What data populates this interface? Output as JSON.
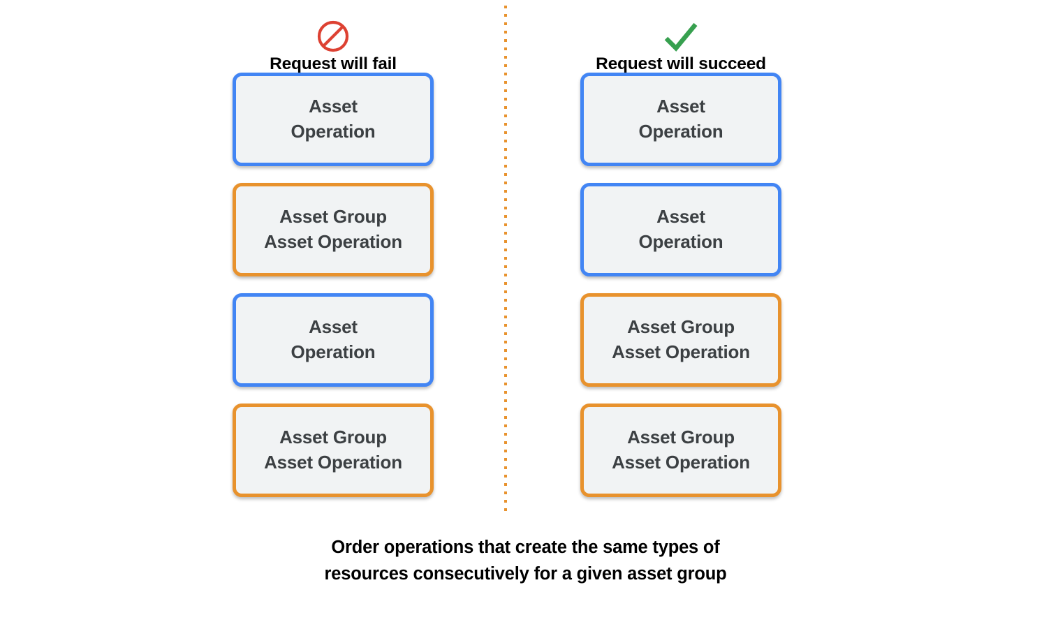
{
  "colors": {
    "asset_border": "#4285f4",
    "asset_group_border": "#e8922d",
    "box_fill": "#f1f3f4",
    "box_text": "#3c4043",
    "fail_icon": "#dd4132",
    "succeed_icon": "#37a04f",
    "divider": "#e8922d",
    "background": "#ffffff"
  },
  "columns": [
    {
      "id": "fail",
      "icon": "prohibition-icon",
      "header": "Request will fail",
      "boxes": [
        {
          "kind": "asset",
          "text": "Asset\nOperation"
        },
        {
          "kind": "asset-group",
          "text": "Asset Group\nAsset Operation"
        },
        {
          "kind": "asset",
          "text": "Asset\nOperation"
        },
        {
          "kind": "asset-group",
          "text": "Asset Group\nAsset Operation"
        }
      ]
    },
    {
      "id": "succeed",
      "icon": "checkmark-icon",
      "header": "Request will succeed",
      "boxes": [
        {
          "kind": "asset",
          "text": "Asset\nOperation"
        },
        {
          "kind": "asset",
          "text": "Asset\nOperation"
        },
        {
          "kind": "asset-group",
          "text": "Asset Group\nAsset Operation"
        },
        {
          "kind": "asset-group",
          "text": "Asset Group\nAsset Operation"
        }
      ]
    }
  ],
  "caption": "Order operations that create the same types of\nresources consecutively for a given asset group"
}
